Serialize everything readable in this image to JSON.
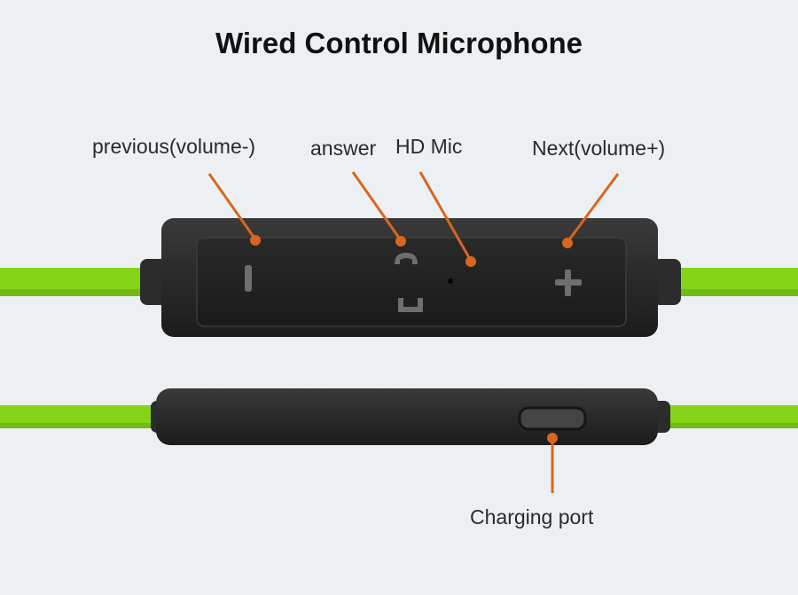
{
  "title": "Wired Control Microphone",
  "labels": {
    "previous": "previous(volume-)",
    "answer": "answer",
    "mic": "HD Mic",
    "next": "Next(volume+)",
    "charging": "Charging port"
  },
  "colors": {
    "background": "#edf0f3",
    "cable": "#86d41a",
    "leader": "#d8661f",
    "body": "#2b2b2b",
    "panel": "#202020",
    "button_glyph": "#6e6e6e"
  },
  "icons": {
    "minus": "minus-icon",
    "phone": "phone-handset-icon",
    "plus": "plus-icon"
  }
}
